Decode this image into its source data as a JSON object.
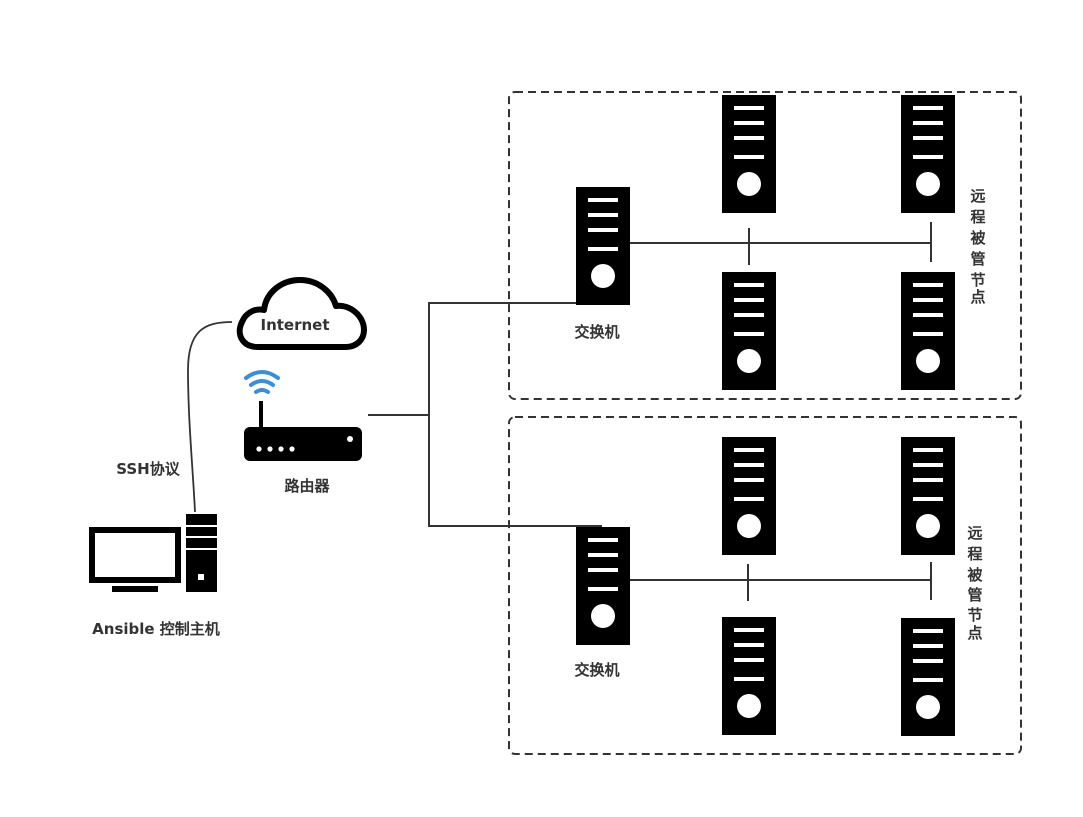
{
  "title": "Ansible network topology",
  "colors": {
    "line": "#333333",
    "icon": "#000000",
    "wifi": "#3a8fd6",
    "text": "#333333"
  },
  "control_host": {
    "label": "Ansible 控制主机",
    "icon": "desktop-computer-icon"
  },
  "link_label": "SSH协议",
  "internet": {
    "label": "Internet",
    "icon": "cloud-icon"
  },
  "router": {
    "label": "路由器",
    "icon": "wifi-router-icon"
  },
  "groups": [
    {
      "switch_label": "交换机",
      "nodes_label": "远程被管节点",
      "nodes_label_chars": [
        "远",
        "程",
        "被",
        "管",
        "节",
        "点"
      ],
      "server_count": 4
    },
    {
      "switch_label": "交换机",
      "nodes_label": "远程被管节点",
      "nodes_label_chars": [
        "远",
        "程",
        "被",
        "管",
        "节",
        "点"
      ],
      "server_count": 4
    }
  ]
}
